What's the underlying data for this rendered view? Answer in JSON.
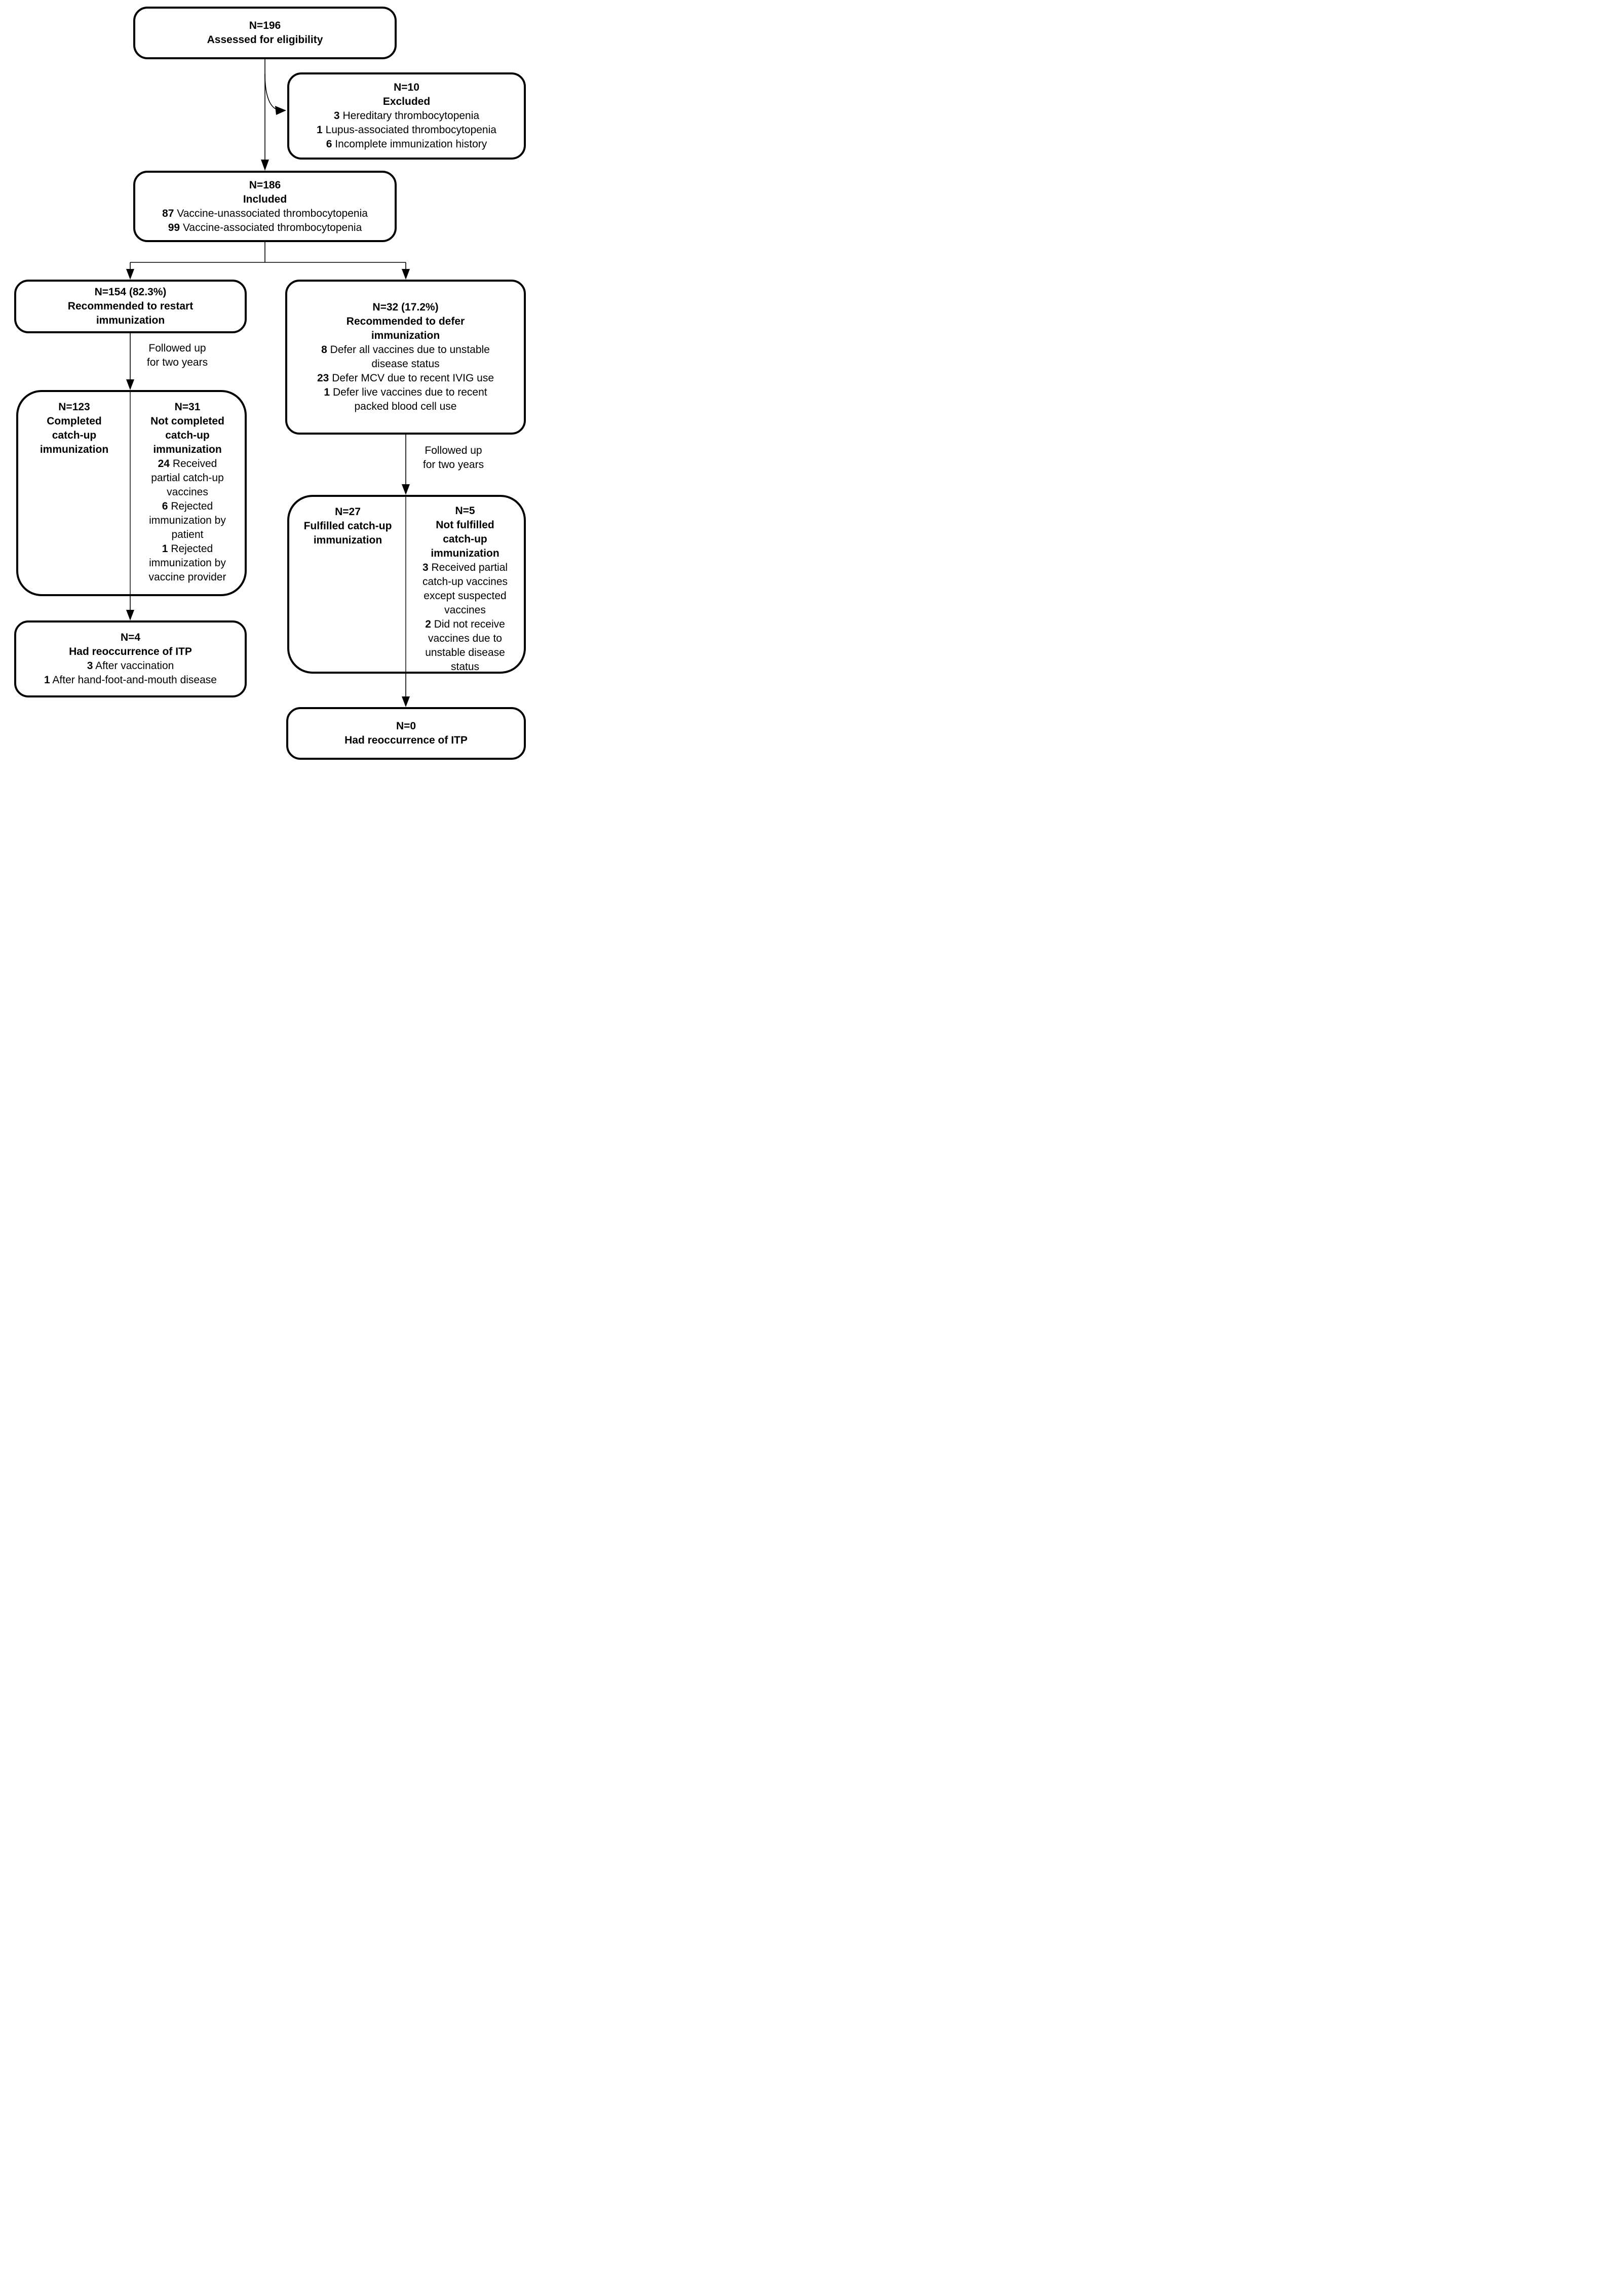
{
  "diagram": {
    "boxes": {
      "assessed": {
        "n": "N=196",
        "title": "Assessed for eligibility"
      },
      "excluded": {
        "n": "N=10",
        "title": "Excluded",
        "items": [
          {
            "count": "3",
            "label": "Hereditary thrombocytopenia"
          },
          {
            "count": "1",
            "label": "Lupus-associated thrombocytopenia"
          },
          {
            "count": "6",
            "label": "Incomplete immunization history"
          }
        ]
      },
      "included": {
        "n": "N=186",
        "title": "Included",
        "items": [
          {
            "count": "87",
            "label": "Vaccine-unassociated thrombocytopenia"
          },
          {
            "count": "99",
            "label": "Vaccine-associated thrombocytopenia"
          }
        ]
      },
      "restart": {
        "n": "N=154 (82.3%)",
        "title": "Recommended to restart\nimmunization"
      },
      "defer": {
        "n": "N=32 (17.2%)",
        "title": "Recommended to defer\nimmunization",
        "items": [
          {
            "count": "8",
            "label": "Defer all vaccines due to unstable\ndisease status"
          },
          {
            "count": "23",
            "label": "Defer MCV due to recent IVIG use"
          },
          {
            "count": "1",
            "label": "Defer live vaccines due to recent\npacked blood cell use"
          }
        ]
      },
      "completed": {
        "n": "N=123",
        "title": "Completed\ncatch-up\nimmunization"
      },
      "not_completed": {
        "n": "N=31",
        "title": "Not completed\ncatch-up\nimmunization",
        "items": [
          {
            "count": "24",
            "label": "Received\npartial catch-up\nvaccines"
          },
          {
            "count": "6",
            "label": "Rejected\nimmunization by\npatient"
          },
          {
            "count": "1",
            "label": "Rejected\nimmunization by\nvaccine provider"
          }
        ]
      },
      "reoccurrence_restart": {
        "n": "N=4",
        "title": "Had reoccurrence of ITP",
        "items": [
          {
            "count": "3",
            "label": "After vaccination"
          },
          {
            "count": "1",
            "label": "After hand-foot-and-mouth disease"
          }
        ]
      },
      "fulfilled": {
        "n": "N=27",
        "title": "Fulfilled catch-up\nimmunization"
      },
      "not_fulfilled": {
        "n": "N=5",
        "title": "Not fulfilled\ncatch-up\nimmunization",
        "items": [
          {
            "count": "3",
            "label": "Received partial\ncatch-up vaccines\nexcept suspected\nvaccines"
          },
          {
            "count": "2",
            "label": "Did not receive\nvaccines due to\nunstable disease\nstatus"
          }
        ]
      },
      "reoccurrence_defer": {
        "n": "N=0",
        "title": "Had reoccurrence of ITP"
      }
    },
    "labels": {
      "followup_left": "Followed up\nfor two years",
      "followup_right": "Followed up\nfor two years"
    },
    "colors": {
      "line": "#000000",
      "box_border": "#000000",
      "background": "#ffffff",
      "text": "#000000"
    }
  }
}
